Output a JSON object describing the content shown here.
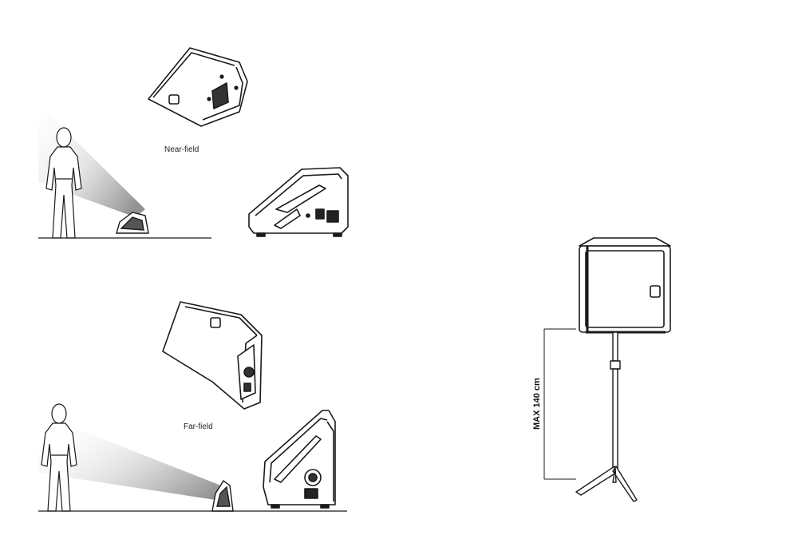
{
  "labels": {
    "near_field": "Near-field",
    "far_field": "Far-field",
    "max_height": "MAX 140 cm"
  },
  "colors": {
    "line": "#1a1a1a",
    "beam": "#9a9a9a",
    "background": "#ffffff"
  },
  "icons": [
    "listener-figure",
    "floor-monitor-speaker",
    "speaker-stand",
    "sound-beam",
    "floor-line",
    "dimension-line"
  ]
}
